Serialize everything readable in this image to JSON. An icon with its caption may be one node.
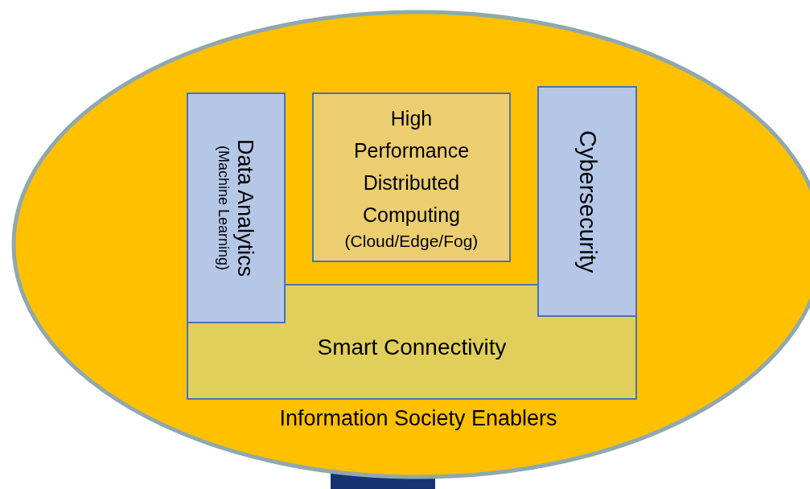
{
  "diagram": {
    "nodes": [
      {
        "text": [
          "Information Society Enablers"
        ]
      },
      {
        "text": [
          "Smart Connectivity"
        ],
        "in": 0
      },
      {
        "text": [
          "Data Analytics",
          "(Machine Learning)"
        ],
        "in": 0
      },
      {
        "text": [
          "High Performance Distributed Computing",
          "(Cloud/Edge/Fog)"
        ],
        "in": 0
      },
      {
        "text": [
          "Cybersecurity"
        ],
        "in": 0
      },
      {
        "text": [],
        "shape": "bar"
      }
    ]
  }
}
